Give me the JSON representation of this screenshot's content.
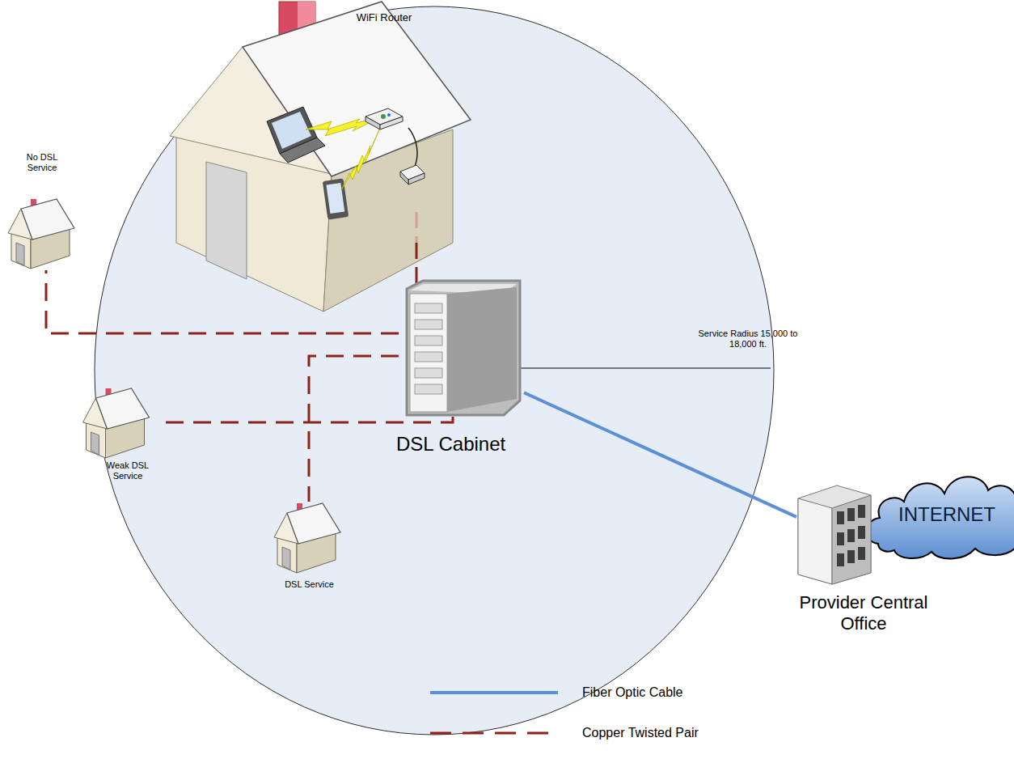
{
  "diagram": {
    "nodes": [
      {
        "text": [
          "WiFi Router"
        ]
      },
      {
        "text": [
          "No DSL Service"
        ]
      },
      {
        "text": [
          "DSL Cabinet"
        ]
      },
      {
        "text": [
          "Weak DSL Service"
        ]
      },
      {
        "text": [
          "DSL Service"
        ]
      },
      {
        "text": [
          "Provider Central Office"
        ]
      },
      {
        "text": [
          "INTERNET"
        ]
      }
    ],
    "edges": [
      {
        "from": 2,
        "to": 1,
        "arrow": "none"
      },
      {
        "from": 2,
        "to": 3,
        "arrow": "none"
      },
      {
        "from": 2,
        "to": 4,
        "arrow": "none"
      },
      {
        "from": 2,
        "to": 5,
        "arrow": "none"
      }
    ],
    "labels": [
      "Service Radius 15,000 to 18,000 ft."
    ],
    "legend": [
      {
        "text": "Fiber Optic Cable"
      },
      {
        "text": "Copper Twisted Pair"
      }
    ]
  }
}
